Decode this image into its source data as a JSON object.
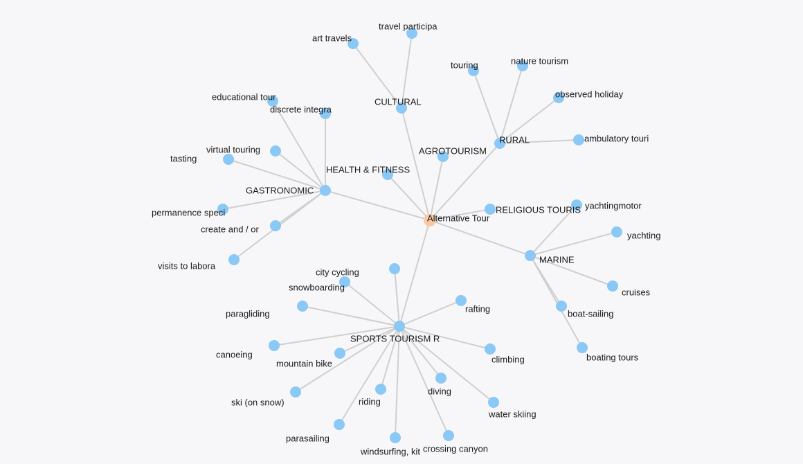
{
  "graph": {
    "root": "Alternative Tour",
    "groups": [
      {
        "label": "CULTURAL",
        "children": [
          "art travels",
          "travel participa"
        ]
      },
      {
        "label": "RURAL",
        "children": [
          "touring",
          "nature tourism",
          "observed holiday",
          "ambulatory touri"
        ]
      },
      {
        "label": "AGROTOURISM",
        "children": []
      },
      {
        "label": "HEALTH & FITNESS",
        "children": []
      },
      {
        "label": "GASTRONOMIC",
        "children": [
          "educational tour",
          "discrete integra",
          "virtual touring",
          "tasting",
          "permanence speci",
          "create and / or",
          "visits to labora"
        ]
      },
      {
        "label": "RELIGIOUS TOURIS",
        "children": []
      },
      {
        "label": "MARINE",
        "children": [
          "yachtingmotor",
          "yachting",
          "cruises",
          "boat-sailing",
          "boating tours"
        ]
      },
      {
        "label": "SPORTS TOURISM R",
        "children": [
          "city cycling",
          "snowboarding",
          "rafting",
          "paragliding",
          "canoeing",
          "mountain bike",
          "climbing",
          "diving",
          "riding",
          "ski (on snow)",
          "water skiing",
          "parasailing",
          "windsurfing, kit",
          "crossing canyon"
        ]
      }
    ]
  },
  "colors": {
    "node": "#8ac8f6",
    "root": "#f9c9a4",
    "link": "#cfcfcf"
  }
}
